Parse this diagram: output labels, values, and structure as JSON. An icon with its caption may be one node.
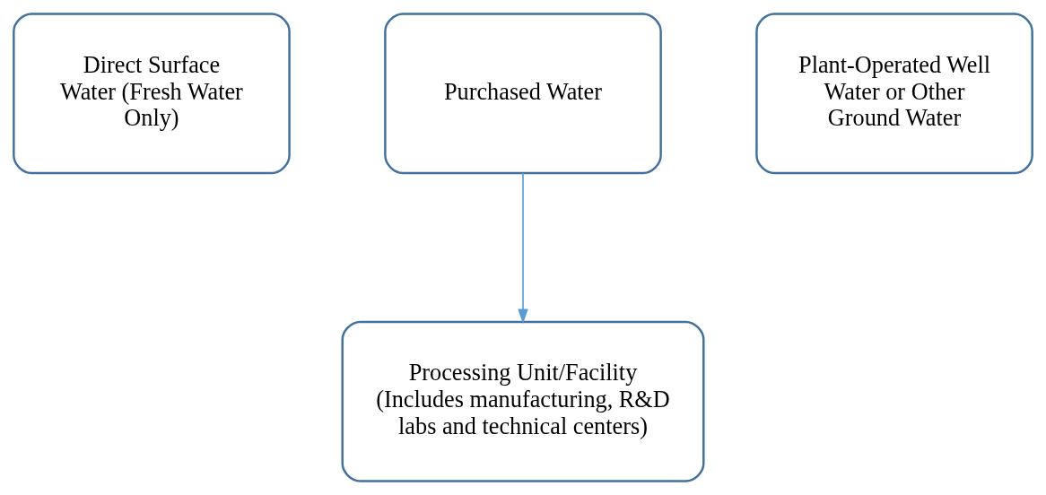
{
  "diagram": {
    "nodes": [
      {
        "text": [
          "Direct Surface Water (Fresh Water Only)"
        ]
      },
      {
        "text": [
          "Purchased Water"
        ]
      },
      {
        "text": [
          "Plant-Operated Well Water or Other Ground Water"
        ]
      },
      {
        "text": [
          "Processing Unit/Facility (Includes manufacturing, R&D labs and technical centers)"
        ]
      }
    ],
    "edges": [
      {
        "from": 1,
        "to": 3,
        "arrow": "to"
      }
    ]
  }
}
